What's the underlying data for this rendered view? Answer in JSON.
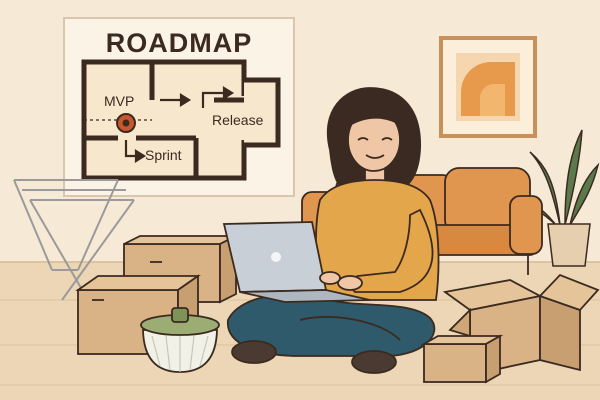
{
  "poster": {
    "title": "ROADMAP",
    "labels": {
      "mvp": "MVP",
      "sprint": "Sprint",
      "release": "Release"
    }
  },
  "colors": {
    "wall": "#f6e9d6",
    "floor": "#ecd6b5",
    "outline": "#3b2a20",
    "sweater": "#e4a64b",
    "jeans": "#2f5a6b",
    "sofa": "#e0964f",
    "box": "#d9b285",
    "plant": "#5b7a4c",
    "pin": "#c9562d",
    "art_orange": "#e79a4c"
  },
  "icons": [
    "map-pin-icon",
    "arrow-right-icon"
  ]
}
